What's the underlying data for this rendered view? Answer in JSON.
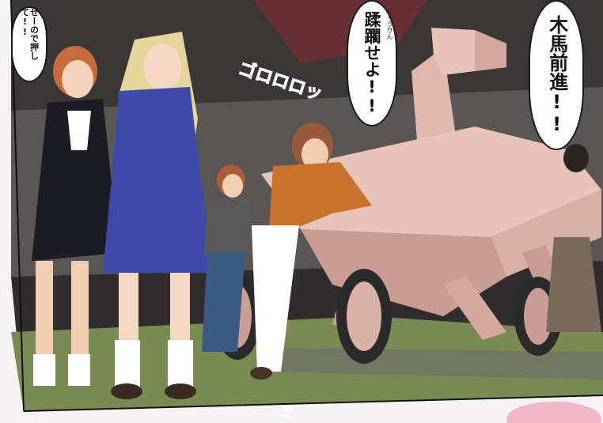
{
  "dialogue": {
    "push_bubble": {
      "text": "せーので押して!!"
    },
    "command_bubble": {
      "text": "蹂躙せよ!!",
      "ruby": "じゅうりん"
    },
    "advance_bubble": {
      "text": "木馬前進!!"
    }
  },
  "sound_effects": {
    "rumble": "ゴロロロッ",
    "bottom": "ミ"
  },
  "colors": {
    "horse_wood": "#e8c4b8",
    "horse_shadow": "#c99e92",
    "wheel": "#2a2a2a",
    "uniform_blue": "#3e4aa8",
    "grass": "#7a8a52",
    "floor_dark": "#3a3838"
  }
}
